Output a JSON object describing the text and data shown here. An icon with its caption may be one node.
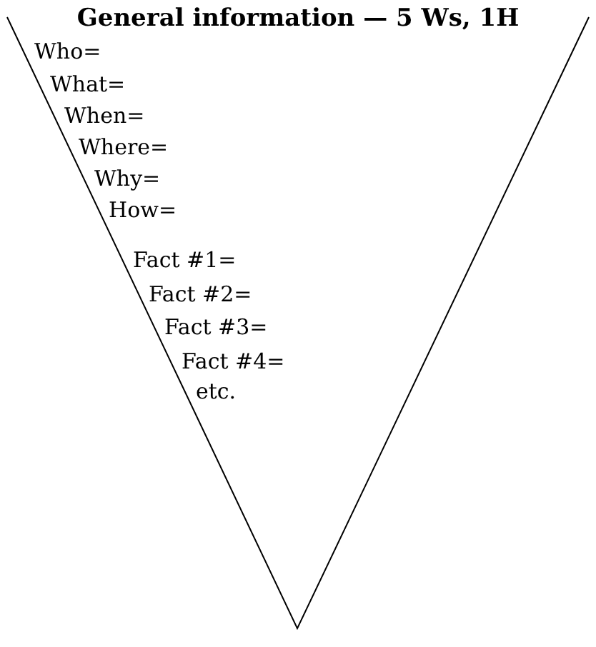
{
  "diagram": {
    "nodes": [
      {
        "text": [
          "General information — 5 Ws, 1H",
          "Who=",
          "What=",
          "When=",
          "Where=",
          "Why=",
          "How=",
          "Fact #1=",
          "Fact #2=",
          "Fact #3=",
          "Fact #4=",
          "etc."
        ]
      }
    ]
  }
}
